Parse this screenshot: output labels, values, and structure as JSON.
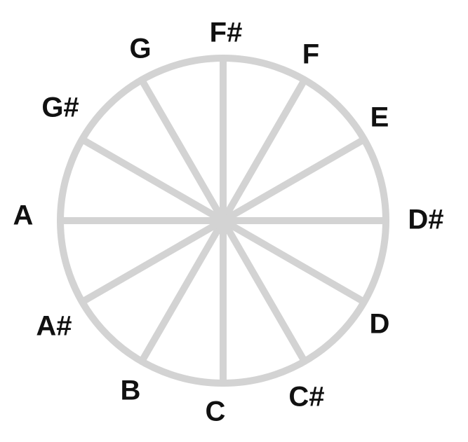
{
  "wheel": {
    "notes": [
      "F#",
      "F",
      "E",
      "D#",
      "D",
      "C#",
      "C",
      "B",
      "A#",
      "A",
      "G#",
      "G"
    ],
    "line_color": "#d3d3d3",
    "label_color": "#111111"
  }
}
